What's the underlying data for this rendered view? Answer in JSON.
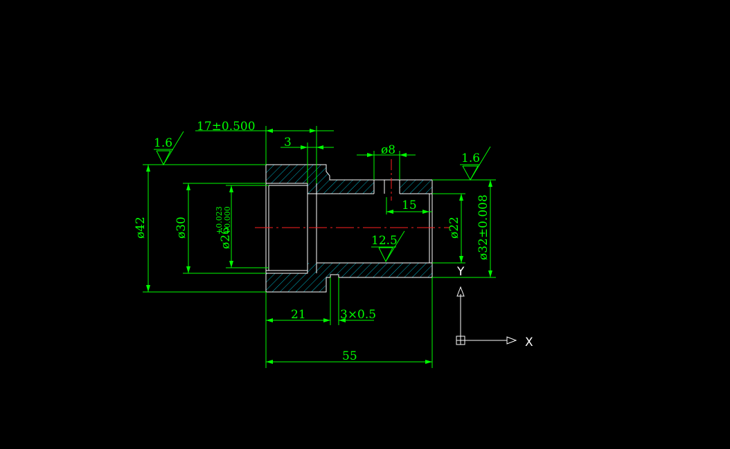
{
  "drawing": {
    "colors": {
      "background": "#000000",
      "dimension": "#00ff00",
      "outline": "#ffffff",
      "hatch": "#00b4c8",
      "centerline": "#ff2020"
    },
    "surface_finish": {
      "left": "1.6",
      "right": "1.6",
      "bore": "12.5"
    },
    "dimensions": {
      "flange_width_tol": "17±0.500",
      "groove_width": "3",
      "hole_dia": "ø8",
      "hole_offset": "15",
      "outer_dia": "ø42",
      "flange_dia": "ø30",
      "bore_dia_base": "ø26",
      "bore_tol_upper": "+0.023",
      "bore_tol_lower": "+0.000",
      "shaft_bore": "ø22",
      "shaft_dia": "ø32±0.008",
      "flange_len": "21",
      "chamfer": "3×0.5",
      "total_len": "55"
    },
    "ucs": {
      "x_label": "X",
      "y_label": "Y"
    }
  }
}
